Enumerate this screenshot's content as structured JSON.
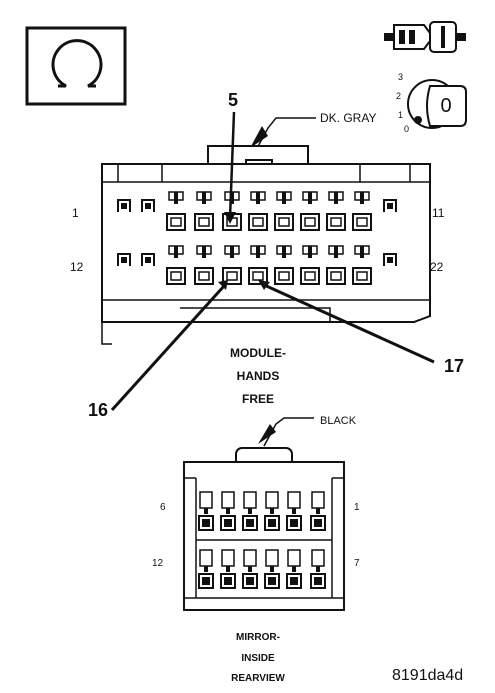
{
  "symbol": {
    "name": "ohm-meter-icon",
    "glyph": "Ω"
  },
  "ignition_switch": {
    "name": "ignition-switch-icon",
    "key_position_labels": [
      "0",
      "1",
      "2",
      "3"
    ],
    "key_label": "0"
  },
  "module_connector": {
    "wire_color_label": "DK. GRAY",
    "pin_range_top": {
      "start": "1",
      "end": "11"
    },
    "pin_range_bottom": {
      "start": "12",
      "end": "22"
    },
    "pin_callouts": [
      "5",
      "16",
      "17"
    ],
    "title_lines": [
      "MODULE-",
      "HANDS",
      "FREE"
    ]
  },
  "mirror_connector": {
    "wire_color_label": "BLACK",
    "pin_range_top": {
      "start": "6",
      "end": "1"
    },
    "pin_range_bottom": {
      "start": "12",
      "end": "7"
    },
    "title_lines": [
      "MIRROR-",
      "INSIDE",
      "REARVIEW"
    ]
  },
  "figure_id": "8191da4d",
  "colors": {
    "ink": "#111111",
    "paper": "#ffffff"
  }
}
